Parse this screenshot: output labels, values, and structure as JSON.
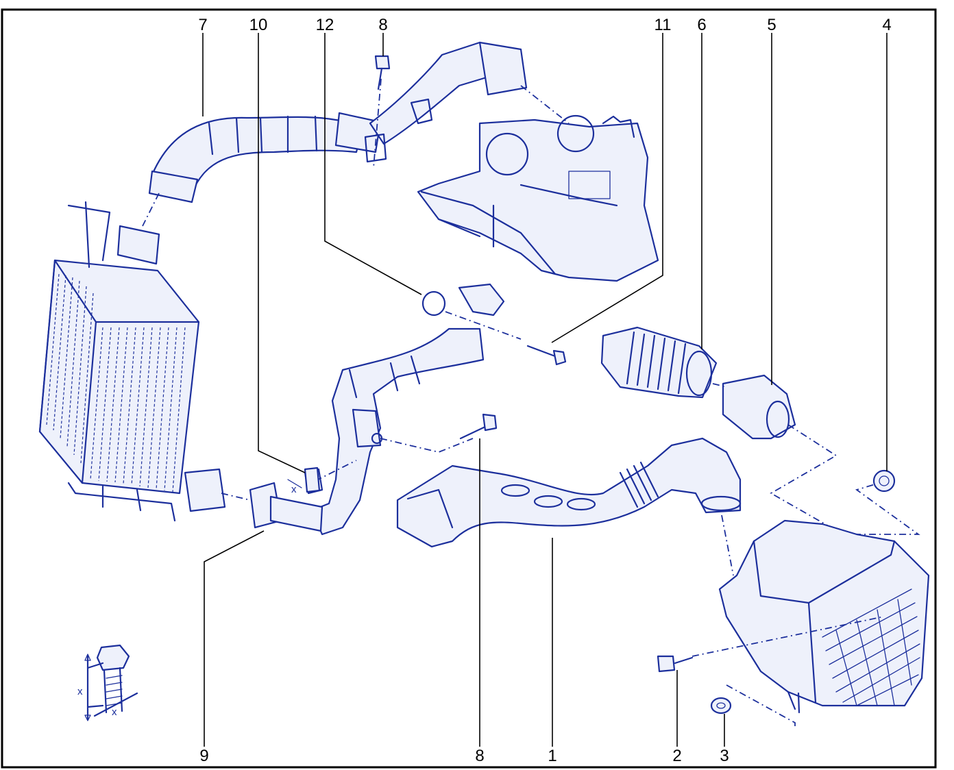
{
  "callouts": {
    "c7": "7",
    "c10": "10",
    "c12": "12",
    "c8_top": "8",
    "c11": "11",
    "c6": "6",
    "c5": "5",
    "c4": "4",
    "c9": "9",
    "c8_bottom": "8",
    "c1": "1",
    "c2": "2",
    "c3": "3"
  },
  "dimension_detail": {
    "x_vertical": "x",
    "x_horizontal": "x"
  },
  "clip_mark": "x",
  "colors": {
    "ink": "#1c2f9c",
    "frame": "#000000",
    "background": "#ffffff"
  }
}
